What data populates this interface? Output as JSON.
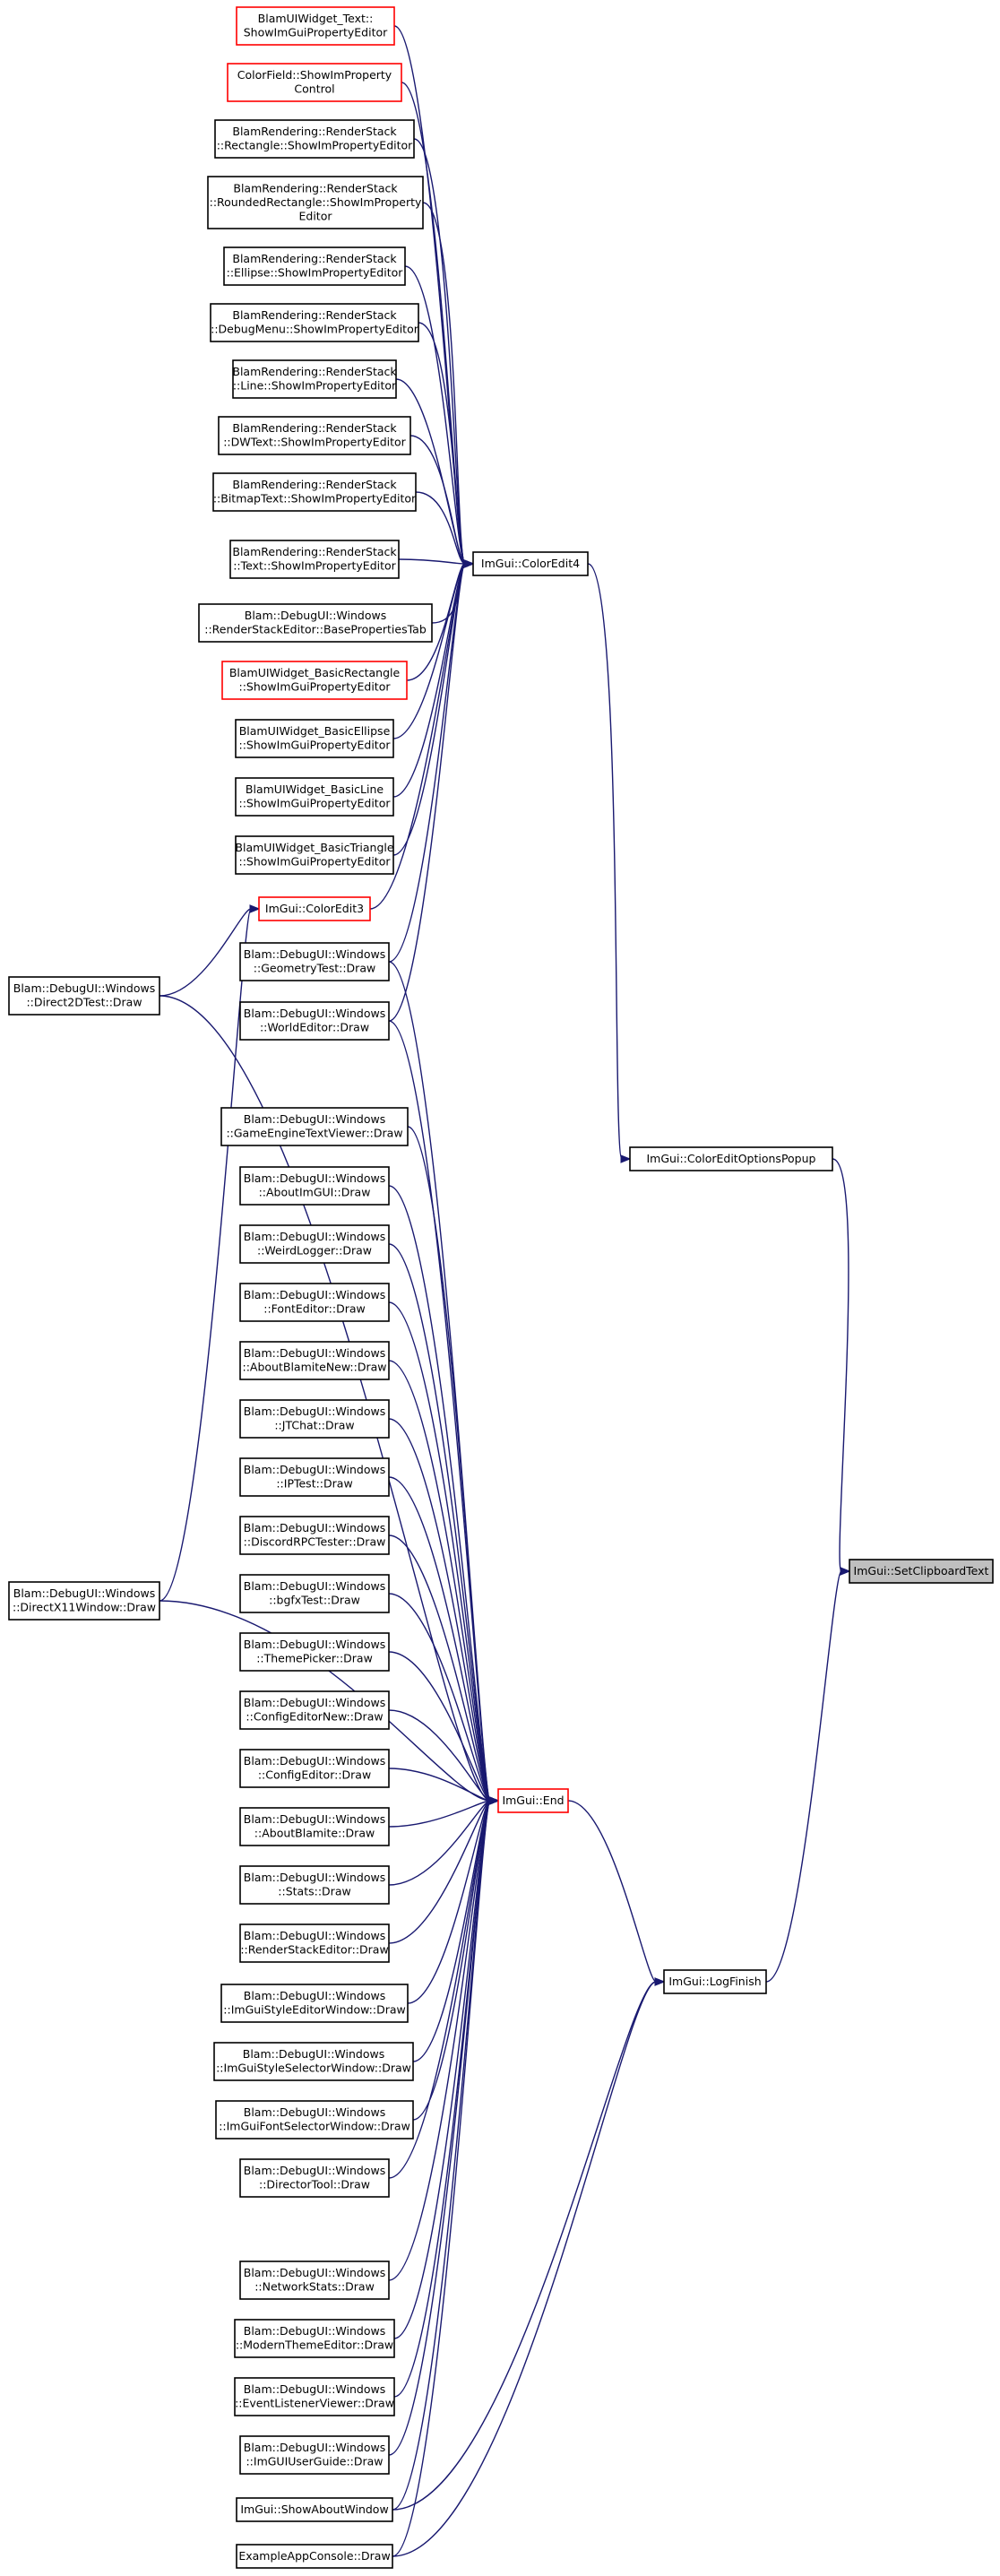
{
  "diagram": {
    "colors": {
      "edge": "#191970",
      "normal_border": "#000000",
      "incomplete_border": "#ff0000",
      "root_fill": "#bfbfbf"
    },
    "nodes": [
      {
        "id": "root",
        "lines": [
          "ImGui::SetClipboardText"
        ],
        "style": "root"
      },
      {
        "id": "ceop",
        "lines": [
          "ImGui::ColorEditOptionsPopup"
        ],
        "style": "normal"
      },
      {
        "id": "logf",
        "lines": [
          "ImGui::LogFinish"
        ],
        "style": "normal"
      },
      {
        "id": "ce4",
        "lines": [
          "ImGui::ColorEdit4"
        ],
        "style": "normal"
      },
      {
        "id": "end",
        "lines": [
          "ImGui::End"
        ],
        "style": "red"
      },
      {
        "id": "ce3",
        "lines": [
          "ImGui::ColorEdit3"
        ],
        "style": "red"
      },
      {
        "id": "d2d",
        "lines": [
          "Blam::DebugUI::Windows",
          "::Direct2DTest::Draw"
        ],
        "style": "normal"
      },
      {
        "id": "dx11",
        "lines": [
          "Blam::DebugUI::Windows",
          "::DirectX11Window::Draw"
        ],
        "style": "normal"
      },
      {
        "id": "txt",
        "lines": [
          "BlamUIWidget_Text::",
          "ShowImGuiPropertyEditor"
        ],
        "style": "red"
      },
      {
        "id": "cf",
        "lines": [
          "ColorField::ShowImProperty",
          "Control"
        ],
        "style": "red"
      },
      {
        "id": "rsrect",
        "lines": [
          "BlamRendering::RenderStack",
          "::Rectangle::ShowImPropertyEditor"
        ],
        "style": "normal"
      },
      {
        "id": "rsrr",
        "lines": [
          "BlamRendering::RenderStack",
          "::RoundedRectangle::ShowImProperty",
          "Editor"
        ],
        "style": "normal"
      },
      {
        "id": "rsell",
        "lines": [
          "BlamRendering::RenderStack",
          "::Ellipse::ShowImPropertyEditor"
        ],
        "style": "normal"
      },
      {
        "id": "rsdm",
        "lines": [
          "BlamRendering::RenderStack",
          "::DebugMenu::ShowImPropertyEditor"
        ],
        "style": "normal"
      },
      {
        "id": "rsline",
        "lines": [
          "BlamRendering::RenderStack",
          "::Line::ShowImPropertyEditor"
        ],
        "style": "normal"
      },
      {
        "id": "rsdwt",
        "lines": [
          "BlamRendering::RenderStack",
          "::DWText::ShowImPropertyEditor"
        ],
        "style": "normal"
      },
      {
        "id": "rsbmp",
        "lines": [
          "BlamRendering::RenderStack",
          "::BitmapText::ShowImPropertyEditor"
        ],
        "style": "normal"
      },
      {
        "id": "rstext",
        "lines": [
          "BlamRendering::RenderStack",
          "::Text::ShowImPropertyEditor"
        ],
        "style": "normal"
      },
      {
        "id": "rsed",
        "lines": [
          "Blam::DebugUI::Windows",
          "::RenderStackEditor::BasePropertiesTab"
        ],
        "style": "normal"
      },
      {
        "id": "brect",
        "lines": [
          "BlamUIWidget_BasicRectangle",
          "::ShowImGuiPropertyEditor"
        ],
        "style": "red"
      },
      {
        "id": "bell",
        "lines": [
          "BlamUIWidget_BasicEllipse",
          "::ShowImGuiPropertyEditor"
        ],
        "style": "normal"
      },
      {
        "id": "bline",
        "lines": [
          "BlamUIWidget_BasicLine",
          "::ShowImGuiPropertyEditor"
        ],
        "style": "normal"
      },
      {
        "id": "btri",
        "lines": [
          "BlamUIWidget_BasicTriangle",
          "::ShowImGuiPropertyEditor"
        ],
        "style": "normal"
      },
      {
        "id": "geo",
        "lines": [
          "Blam::DebugUI::Windows",
          "::GeometryTest::Draw"
        ],
        "style": "normal"
      },
      {
        "id": "world",
        "lines": [
          "Blam::DebugUI::Windows",
          "::WorldEditor::Draw"
        ],
        "style": "normal"
      },
      {
        "id": "getv",
        "lines": [
          "Blam::DebugUI::Windows",
          "::GameEngineTextViewer::Draw"
        ],
        "style": "normal"
      },
      {
        "id": "aimg",
        "lines": [
          "Blam::DebugUI::Windows",
          "::AboutImGUI::Draw"
        ],
        "style": "normal"
      },
      {
        "id": "weird",
        "lines": [
          "Blam::DebugUI::Windows",
          "::WeirdLogger::Draw"
        ],
        "style": "normal"
      },
      {
        "id": "font",
        "lines": [
          "Blam::DebugUI::Windows",
          "::FontEditor::Draw"
        ],
        "style": "normal"
      },
      {
        "id": "abn",
        "lines": [
          "Blam::DebugUI::Windows",
          "::AboutBlamiteNew::Draw"
        ],
        "style": "normal"
      },
      {
        "id": "jt",
        "lines": [
          "Blam::DebugUI::Windows",
          "::JTChat::Draw"
        ],
        "style": "normal"
      },
      {
        "id": "ipt",
        "lines": [
          "Blam::DebugUI::Windows",
          "::IPTest::Draw"
        ],
        "style": "normal"
      },
      {
        "id": "disc",
        "lines": [
          "Blam::DebugUI::Windows",
          "::DiscordRPCTester::Draw"
        ],
        "style": "normal"
      },
      {
        "id": "bgfx",
        "lines": [
          "Blam::DebugUI::Windows",
          "::bgfxTest::Draw"
        ],
        "style": "normal"
      },
      {
        "id": "theme",
        "lines": [
          "Blam::DebugUI::Windows",
          "::ThemePicker::Draw"
        ],
        "style": "normal"
      },
      {
        "id": "cfgn",
        "lines": [
          "Blam::DebugUI::Windows",
          "::ConfigEditorNew::Draw"
        ],
        "style": "normal"
      },
      {
        "id": "cfg",
        "lines": [
          "Blam::DebugUI::Windows",
          "::ConfigEditor::Draw"
        ],
        "style": "normal"
      },
      {
        "id": "ab",
        "lines": [
          "Blam::DebugUI::Windows",
          "::AboutBlamite::Draw"
        ],
        "style": "normal"
      },
      {
        "id": "stats",
        "lines": [
          "Blam::DebugUI::Windows",
          "::Stats::Draw"
        ],
        "style": "normal"
      },
      {
        "id": "rse",
        "lines": [
          "Blam::DebugUI::Windows",
          "::RenderStackEditor::Draw"
        ],
        "style": "normal"
      },
      {
        "id": "isew",
        "lines": [
          "Blam::DebugUI::Windows",
          "::ImGuiStyleEditorWindow::Draw"
        ],
        "style": "normal"
      },
      {
        "id": "issw",
        "lines": [
          "Blam::DebugUI::Windows",
          "::ImGuiStyleSelectorWindow::Draw"
        ],
        "style": "normal"
      },
      {
        "id": "ifsw",
        "lines": [
          "Blam::DebugUI::Windows",
          "::ImGuiFontSelectorWindow::Draw"
        ],
        "style": "normal"
      },
      {
        "id": "dir",
        "lines": [
          "Blam::DebugUI::Windows",
          "::DirectorTool::Draw"
        ],
        "style": "normal"
      },
      {
        "id": "net",
        "lines": [
          "Blam::DebugUI::Windows",
          "::NetworkStats::Draw"
        ],
        "style": "normal"
      },
      {
        "id": "mte",
        "lines": [
          "Blam::DebugUI::Windows",
          "::ModernThemeEditor::Draw"
        ],
        "style": "normal"
      },
      {
        "id": "elv",
        "lines": [
          "Blam::DebugUI::Windows",
          "::EventListenerViewer::Draw"
        ],
        "style": "normal"
      },
      {
        "id": "iug",
        "lines": [
          "Blam::DebugUI::Windows",
          "::ImGUIUserGuide::Draw"
        ],
        "style": "normal"
      },
      {
        "id": "saw",
        "lines": [
          "ImGui::ShowAboutWindow"
        ],
        "style": "normal"
      },
      {
        "id": "eac",
        "lines": [
          "ExampleAppConsole::Draw"
        ],
        "style": "normal"
      }
    ],
    "edges": [
      [
        "ceop",
        "root"
      ],
      [
        "logf",
        "root"
      ],
      [
        "ce4",
        "ceop"
      ],
      [
        "end",
        "logf"
      ],
      [
        "txt",
        "ce4"
      ],
      [
        "cf",
        "ce4"
      ],
      [
        "rsrect",
        "ce4"
      ],
      [
        "rsrr",
        "ce4"
      ],
      [
        "rsell",
        "ce4"
      ],
      [
        "rsdm",
        "ce4"
      ],
      [
        "rsline",
        "ce4"
      ],
      [
        "rsdwt",
        "ce4"
      ],
      [
        "rsbmp",
        "ce4"
      ],
      [
        "rstext",
        "ce4"
      ],
      [
        "rsed",
        "ce4"
      ],
      [
        "brect",
        "ce4"
      ],
      [
        "bell",
        "ce4"
      ],
      [
        "bline",
        "ce4"
      ],
      [
        "btri",
        "ce4"
      ],
      [
        "ce3",
        "ce4"
      ],
      [
        "geo",
        "ce4"
      ],
      [
        "world",
        "ce4"
      ],
      [
        "d2d",
        "ce3"
      ],
      [
        "dx11",
        "ce3"
      ],
      [
        "d2d",
        "end"
      ],
      [
        "geo",
        "end"
      ],
      [
        "world",
        "end"
      ],
      [
        "getv",
        "end"
      ],
      [
        "aimg",
        "end"
      ],
      [
        "weird",
        "end"
      ],
      [
        "font",
        "end"
      ],
      [
        "abn",
        "end"
      ],
      [
        "jt",
        "end"
      ],
      [
        "ipt",
        "end"
      ],
      [
        "disc",
        "end"
      ],
      [
        "bgfx",
        "end"
      ],
      [
        "theme",
        "end"
      ],
      [
        "cfgn",
        "end"
      ],
      [
        "cfg",
        "end"
      ],
      [
        "ab",
        "end"
      ],
      [
        "stats",
        "end"
      ],
      [
        "rse",
        "end"
      ],
      [
        "isew",
        "end"
      ],
      [
        "issw",
        "end"
      ],
      [
        "ifsw",
        "end"
      ],
      [
        "dir",
        "end"
      ],
      [
        "dx11",
        "end"
      ],
      [
        "net",
        "end"
      ],
      [
        "mte",
        "end"
      ],
      [
        "elv",
        "end"
      ],
      [
        "iug",
        "end"
      ],
      [
        "saw",
        "end"
      ],
      [
        "eac",
        "end"
      ],
      [
        "saw",
        "logf"
      ],
      [
        "eac",
        "logf"
      ]
    ]
  }
}
